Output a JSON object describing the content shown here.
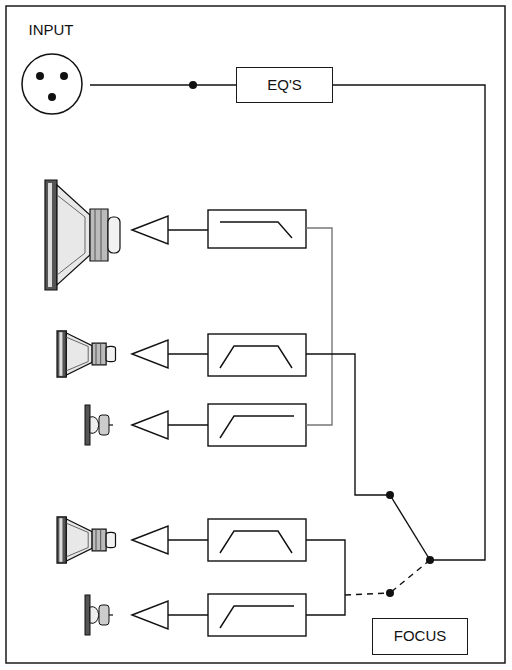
{
  "diagram": {
    "nodes": [
      {
        "text": [
          "INPUT"
        ]
      },
      {
        "text": [
          "EQ'S"
        ]
      },
      {
        "text": [
          "FOCUS"
        ]
      }
    ],
    "edges": [
      {
        "from": 0,
        "to": 1,
        "arrow": "none"
      }
    ]
  }
}
